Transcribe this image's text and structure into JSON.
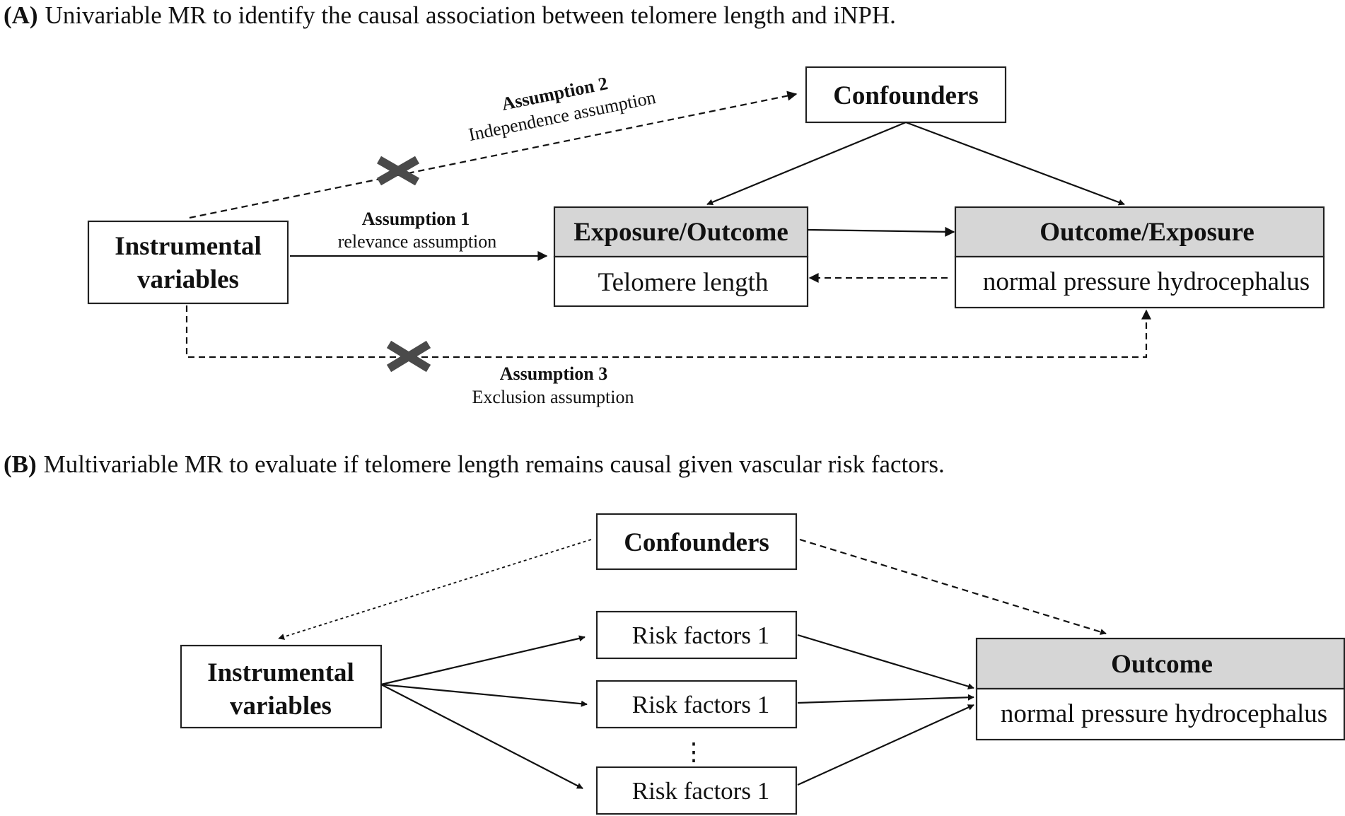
{
  "panel_a": {
    "label": "(A)",
    "title": "Univariable MR to identify the causal association between telomere length and iNPH.",
    "confounders": "Confounders",
    "instrumental_line1": "Instrumental",
    "instrumental_line2": "variables",
    "exposure_header": "Exposure/Outcome",
    "exposure_body": "Telomere length",
    "outcome_header": "Outcome/Exposure",
    "outcome_body": "normal pressure hydrocephalus",
    "assumption1_title": "Assumption 1",
    "assumption1_text": "relevance  assumption",
    "assumption2_title": "Assumption 2",
    "assumption2_text": "Independence  assumption",
    "assumption3_title": "Assumption 3",
    "assumption3_text": "Exclusion  assumption"
  },
  "panel_b": {
    "label": "(B)",
    "title": "Multivariable MR to evaluate if telomere length remains causal given vascular risk factors.",
    "confounders": "Confounders",
    "instrumental_line1": "Instrumental",
    "instrumental_line2": "variables",
    "risk_factors": [
      "Risk factors 1",
      "Risk factors 1",
      "Risk factors 1"
    ],
    "ellipsis": "⋮",
    "outcome_header": "Outcome",
    "outcome_body": "normal pressure hydrocephalus"
  }
}
